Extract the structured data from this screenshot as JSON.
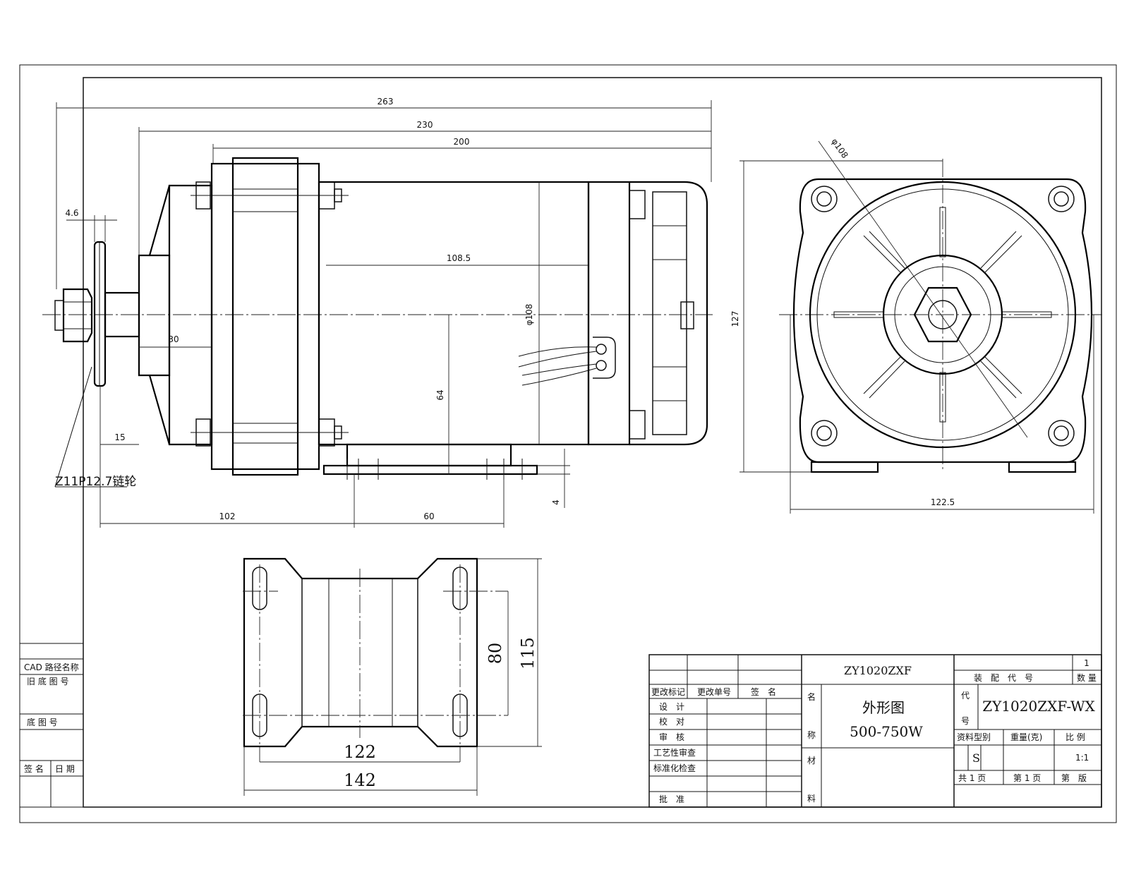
{
  "front_view": {
    "dims": {
      "d263": "263",
      "d230": "230",
      "d200": "200",
      "d108_5": "108.5",
      "d4_6": "4.6",
      "d30": "30",
      "d15": "15",
      "dia108": "φ108",
      "d64": "64",
      "d4": "4",
      "d102": "102",
      "d60": "60"
    },
    "sprocket_label": "Z11P12.7链轮"
  },
  "side_view": {
    "dims": {
      "dia108": "φ108",
      "d127": "127",
      "d122_5": "122.5"
    }
  },
  "base_view": {
    "dims": {
      "d80": "80",
      "d115": "115",
      "d122": "122",
      "d142": "142"
    }
  },
  "left_block": {
    "cad_path": "CAD 路径名称",
    "old_drawing_no": "旧 底 图 号",
    "drawing_no": "底  图  号",
    "sign": "签 名",
    "date": "日 期"
  },
  "title_block": {
    "change_mark": "更改标记",
    "change_no": "更改单号",
    "signature": "签　名",
    "design": "设　计",
    "check": "校　对",
    "review": "审　核",
    "process_review": "工艺性审查",
    "standard_review": "标准化检查",
    "approve": "批　准",
    "name_label_1": "名",
    "name_label_2": "称",
    "material_label_1": "材",
    "material_label_2": "料",
    "model": "ZY1020ZXF",
    "title_line1": "外形图",
    "title_line2": "500-750W",
    "qty_value": "1",
    "assembly_code": "装　配　代　号",
    "quantity": "数 量",
    "code_label_1": "代",
    "code_label_2": "号",
    "code_value": "ZY1020ZXF-WX",
    "data_type": "资料型别",
    "weight": "重量(克)",
    "scale": "比 例",
    "type_value": "S",
    "scale_value": "1:1",
    "total_pages": "共 1 页",
    "page_no": "第 1 页",
    "version": "第　版"
  }
}
